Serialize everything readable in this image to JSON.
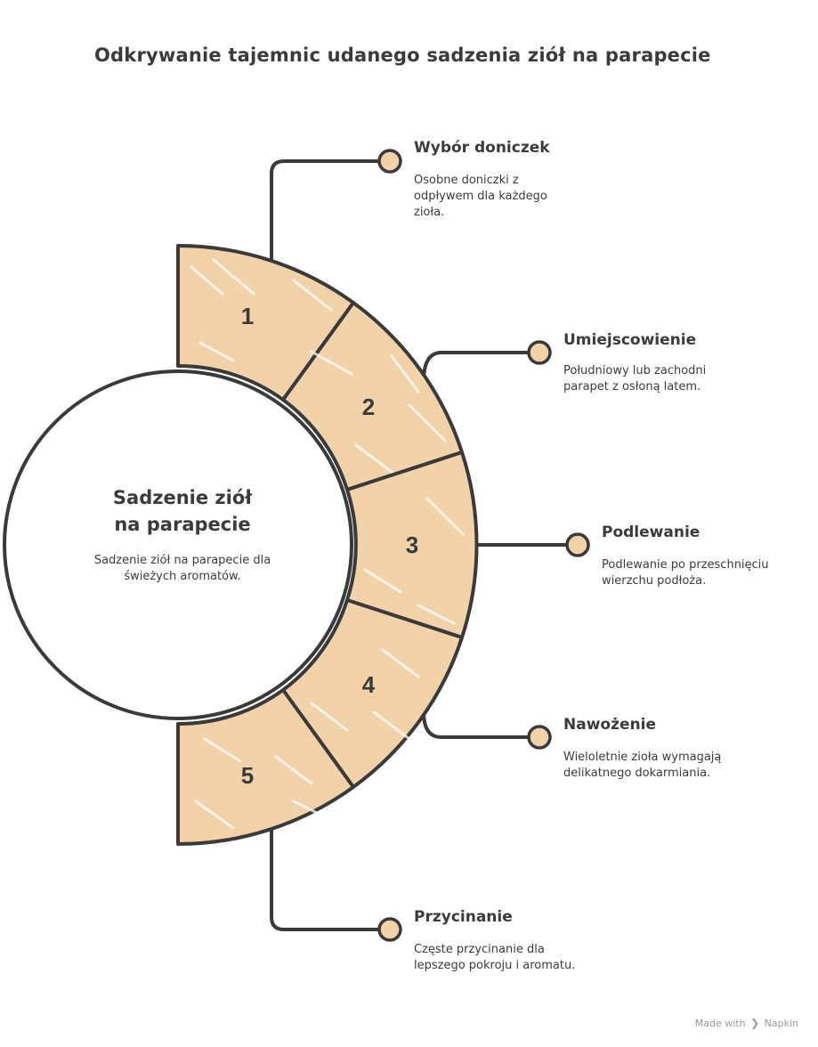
{
  "title": "Odkrywanie tajemnic udanego sadzenia ziół na parapecie",
  "center": {
    "title_line1": "Sadzenie ziół",
    "title_line2": "na parapecie",
    "description": "Sadzenie ziół na parapecie dla świeżych aromatów."
  },
  "steps": [
    {
      "number": "1",
      "title": "Wybór doniczek",
      "description": "Osobne doniczki z odpływem dla każdego zioła."
    },
    {
      "number": "2",
      "title": "Umiejscowienie",
      "description": "Południowy lub zachodni parapet z osłoną latem."
    },
    {
      "number": "3",
      "title": "Podlewanie",
      "description": "Podlewanie po przeschnięciu wierzchu podłoża."
    },
    {
      "number": "4",
      "title": "Nawożenie",
      "description": "Wieloletnie zioła wymagają delikatnego dokarmiania."
    },
    {
      "number": "5",
      "title": "Przycinanie",
      "description": "Częste przycinanie dla lepszego pokroju i aromatu."
    }
  ],
  "colors": {
    "segment_fill": "#f2d2a9",
    "stroke": "#3a3a3a",
    "dot_fill": "#f2d2a9"
  },
  "footer": {
    "made_with": "Made with",
    "brand": "Napkin",
    "brand_icon": "napkin-logo-icon"
  }
}
